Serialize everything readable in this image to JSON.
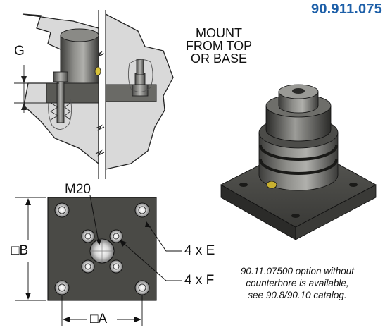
{
  "part_number": "90.911.075",
  "mount_note": [
    "MOUNT",
    "FROM TOP",
    "OR BASE"
  ],
  "labels": {
    "g": "G",
    "m20": "M20",
    "b": "□B",
    "a": "□A",
    "e": "4 x E",
    "f": "4 x F"
  },
  "footnote": [
    "90.11.07500 option without",
    "counterbore is available,",
    "see 90.8/90.10 catalog."
  ],
  "colors": {
    "part_number": "#1d5fa8",
    "plate": "#4a4a46",
    "section_fill": "#d9d9d9",
    "steel": "#6c6c68"
  }
}
